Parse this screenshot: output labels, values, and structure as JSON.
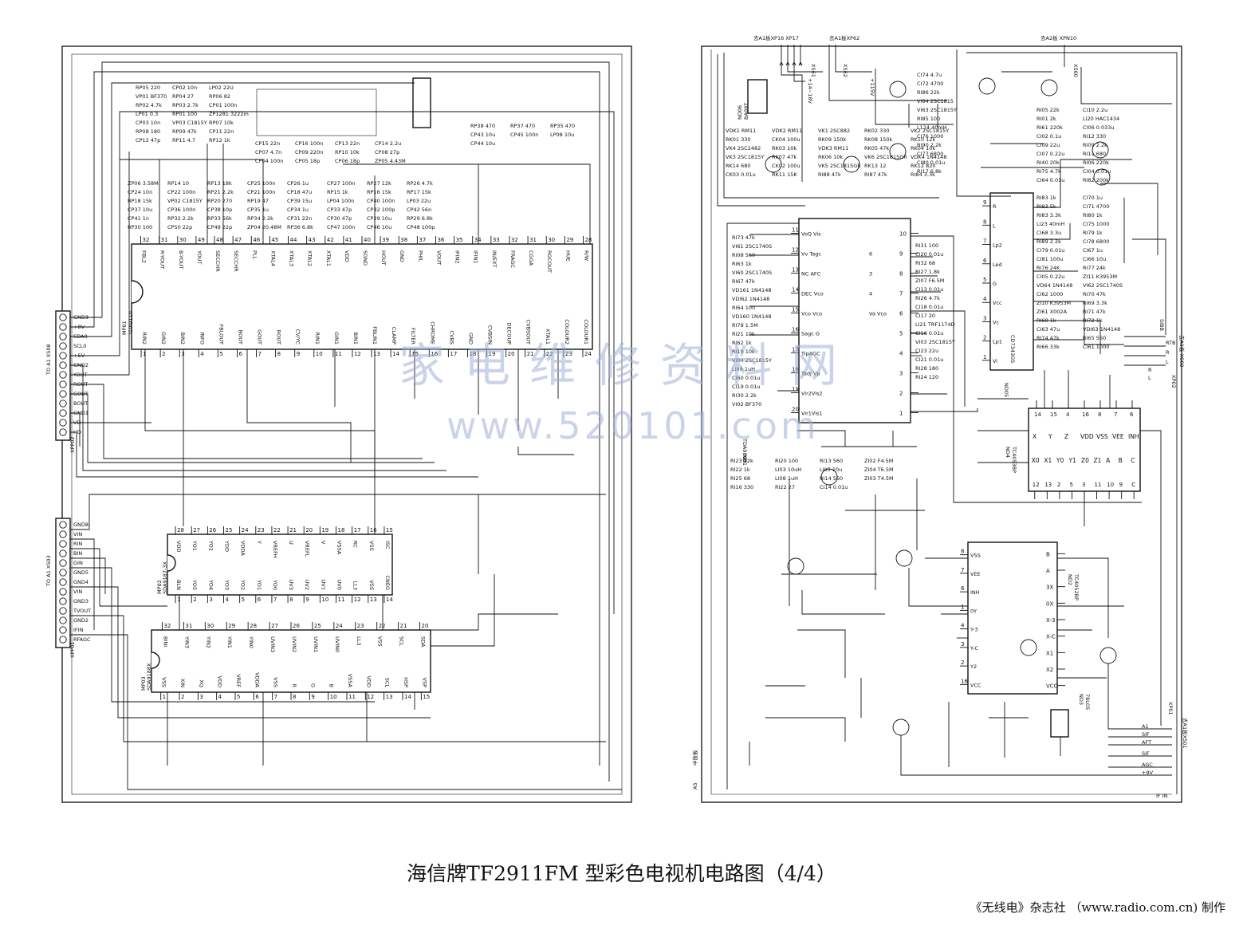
{
  "caption": "海信牌TF2911FM 型彩色电视机电路图（4/4）",
  "credit": "《无线电》杂志社 （www.radio.com.cn) 制作",
  "watermark": {
    "cn": "家电维修资料网",
    "url": "www.520101.com"
  },
  "left_panel": {
    "xs08": {
      "title": "TO A1 XS08",
      "ref": "XPP02",
      "pins": [
        "GND3",
        "+8V",
        "SDA0",
        "SCL0",
        "+5V",
        "GND2",
        "YOUT",
        "ROUT",
        "GOUT",
        "BOUT",
        "GND1",
        "VD",
        "HD"
      ]
    },
    "xs03": {
      "title": "TO A1 XS03",
      "ref": "XPP01",
      "pins": [
        "GND8",
        "VIN",
        "RIN",
        "BIN",
        "GIN",
        "GND5",
        "GND4",
        "VIN",
        "GND3",
        "TVOUT",
        "GND2",
        "IFIN",
        "RFAGC"
      ]
    },
    "mp01": {
      "ref": "MP01",
      "part": "TDA9110",
      "top_pins": [
        [
          "32",
          "FBL2"
        ],
        [
          "31",
          "R-YOUT"
        ],
        [
          "30",
          "B-YOUT"
        ],
        [
          "49",
          "YOUT"
        ],
        [
          "48",
          "SECCHR"
        ],
        [
          "47",
          "SECCHR"
        ],
        [
          "46",
          "PLL"
        ],
        [
          "45",
          "XTAL4"
        ],
        [
          "44",
          "XTAL3"
        ],
        [
          "43",
          "XTAL2"
        ],
        [
          "42",
          "XTAL1"
        ],
        [
          "41",
          "VDD"
        ],
        [
          "40",
          "SGND"
        ],
        [
          "39",
          "HOUT"
        ],
        [
          "38",
          "GND"
        ],
        [
          "37",
          "PHIL"
        ],
        [
          "36",
          "VOUT"
        ],
        [
          "35",
          "IFIN2"
        ],
        [
          "34",
          "IFIN1"
        ],
        [
          "33",
          "IN/EXT"
        ],
        [
          "32",
          "FRAGC"
        ],
        [
          "31",
          "CGGA"
        ],
        [
          "30",
          "RGCOUT"
        ],
        [
          "29",
          "HUE"
        ],
        [
          "28",
          "R/W"
        ]
      ],
      "bottom_pins": [
        [
          "1",
          "RIN2"
        ],
        [
          "2",
          "GIN2"
        ],
        [
          "3",
          "BIN2"
        ],
        [
          "4",
          "INFO"
        ],
        [
          "5",
          "FBLOUT"
        ],
        [
          "6",
          "BOUT"
        ],
        [
          "7",
          "GOUT"
        ],
        [
          "8",
          "ROUT"
        ],
        [
          "9",
          "CV/YC"
        ],
        [
          "10",
          "RIN1"
        ],
        [
          "11",
          "GIN1"
        ],
        [
          "12",
          "BIN1"
        ],
        [
          "13",
          "FBLIN1"
        ],
        [
          "14",
          "CLAMP"
        ],
        [
          "15",
          "FILTER"
        ],
        [
          "16",
          "CHROME"
        ],
        [
          "17",
          "CVBS"
        ],
        [
          "18",
          "GND"
        ],
        [
          "19",
          "CVBSIN"
        ],
        [
          "20",
          "DECOUP"
        ],
        [
          "21",
          "CVBSOUT"
        ],
        [
          "22",
          "XTAL1"
        ],
        [
          "23",
          "COLOUR2"
        ],
        [
          "24",
          "COLOUR1"
        ]
      ]
    },
    "mp02": {
      "ref": "MP02",
      "part": "SDA9187-3X",
      "top_pins": [
        [
          "28",
          "VDD"
        ],
        [
          "27",
          "YO1"
        ],
        [
          "26",
          "YO2"
        ],
        [
          "25",
          "YDD"
        ],
        [
          "24",
          "VDDA"
        ],
        [
          "23",
          "Y"
        ],
        [
          "22",
          "VREFH"
        ],
        [
          "21",
          "U"
        ],
        [
          "20",
          "VREFL"
        ],
        [
          "19",
          "V"
        ],
        [
          "18",
          "VSSA"
        ],
        [
          "17",
          "RC"
        ],
        [
          "16",
          "VSS"
        ],
        [
          "15",
          "ISC"
        ]
      ],
      "bottom_pins": [
        [
          "1",
          "BLN"
        ],
        [
          "2",
          "YO5"
        ],
        [
          "3",
          "YO4"
        ],
        [
          "4",
          "YO3"
        ],
        [
          "5",
          "YO2"
        ],
        [
          "6",
          "YO1"
        ],
        [
          "7",
          "YO0"
        ],
        [
          "8",
          "UV3"
        ],
        [
          "9",
          "UV2"
        ],
        [
          "10",
          "UV1"
        ],
        [
          "11",
          "UV0"
        ],
        [
          "12",
          "LL3"
        ],
        [
          "13",
          "VSS"
        ],
        [
          "14",
          "CNEG"
        ]
      ]
    },
    "mp03": {
      "ref": "MP03",
      "part": "SDA9188X",
      "top_pins": [
        [
          "32",
          "BINI"
        ],
        [
          "31",
          "YIN3"
        ],
        [
          "30",
          "YIN2"
        ],
        [
          "29",
          "YIN1"
        ],
        [
          "28",
          "YIN0"
        ],
        [
          "27",
          "UVIN3"
        ],
        [
          "26",
          "UVIN2"
        ],
        [
          "25",
          "UVIN1"
        ],
        [
          "24",
          "UVIN0"
        ],
        [
          "23",
          "LL3"
        ],
        [
          "22",
          "VSS"
        ],
        [
          "21",
          "SCL"
        ],
        [
          "20",
          "SDA"
        ]
      ],
      "bottom_pins": [
        [
          "1",
          "VSS"
        ],
        [
          "2",
          "XIN"
        ],
        [
          "3",
          "XQ"
        ],
        [
          "4",
          "VDD"
        ],
        [
          "5",
          "VREF"
        ],
        [
          "6",
          "VDDA"
        ],
        [
          "7",
          "VSS"
        ],
        [
          "8",
          "R"
        ],
        [
          "9",
          "G"
        ],
        [
          "10",
          "B"
        ],
        [
          "11",
          "VSSA"
        ],
        [
          "12",
          "VDD"
        ],
        [
          "13",
          "SCL"
        ],
        [
          "14",
          "HSP"
        ],
        [
          "15",
          "VSP"
        ]
      ]
    },
    "parts": [
      "RP05 220",
      "CP02 10n",
      "LP02 22U",
      "VP01 BF370",
      "RP04 27",
      "RP06 82",
      "RP02 4.7k",
      "RP03 2.7k",
      "CP01 100n",
      "LP01 0.3",
      "RP01 100",
      "ZP1281 3222m",
      "CP03 10n",
      "VP03 C1815Y",
      "RP07 10k",
      "RP08 180",
      "RP09 47k",
      "CP11 22n",
      "CP12 47p",
      "RP11 4.7",
      "RP12 1k",
      "CP15 22n",
      "CP16 100n",
      "CP13 22n",
      "CP14 2.2u",
      "CP07 4.7n",
      "CP09 220n",
      "RP10 10k",
      "CP08 27p",
      "CP04 100n",
      "CP05 18p",
      "CP06 18p",
      "ZP05 4.43M",
      "ZP06 3.58M",
      "RP14 10",
      "RP13 18k",
      "CP25 100n",
      "CP26 1u",
      "CP27 100n",
      "RP27 12k",
      "RP26 4.7k",
      "CP24 10n",
      "CP22 100n",
      "RP21 2.2k",
      "CP21 100n",
      "CP18 47u",
      "RP15 1k",
      "RP16 15k",
      "RP17 15k",
      "RP18 15k",
      "VP02 C1815Y",
      "RP20 270",
      "RP19 47",
      "CP39 15u",
      "LP04 100n",
      "CP40 100n",
      "LP03 22u",
      "CP37 10u",
      "CP36 100n",
      "CP38 10p",
      "CP35 1u",
      "CP34 1u",
      "CP33 47p",
      "CP32 100p",
      "CP42 56n",
      "CP41 1n",
      "RP32 2.2k",
      "RP33 56k",
      "RP34 2.2k",
      "CP31 22n",
      "CP30 47p",
      "CP29 10u",
      "RP29 6.8k",
      "RP30 100",
      "CP50 22p",
      "CP49 22p",
      "ZP04 20.48M",
      "RP36 6.8k",
      "CP47 100n",
      "CP46 10u",
      "CP48 100p",
      "RP38 470",
      "RP37 470",
      "RP35 470",
      "CP43 10u",
      "CP45 100n",
      "LP08 10u",
      "CP44 10u"
    ]
  },
  "right_panel": {
    "top_connectors": {
      "xp17": "去A1板XP16 XP17",
      "xp62": "去A1板XP62",
      "xp10": "去A2板 XPN10",
      "xs60": "XS60",
      "xs61": "XS61",
      "xs62": "XS62"
    },
    "nd06": {
      "ref": "ND06",
      "part": "BA09T"
    },
    "volt": [
      "+14~18V",
      "+115V"
    ],
    "nd01": {
      "ref": "ND1",
      "part": "TDA9808",
      "left_pins": [
        [
          "11",
          "VoQ Vis"
        ],
        [
          "12",
          "Vv Tagc"
        ],
        [
          "13",
          "NC AFC"
        ],
        [
          "14",
          "DEC Vco"
        ],
        [
          "15",
          "Vco Vco"
        ],
        [
          "16",
          "Sagc G"
        ],
        [
          "17",
          "TipAGC"
        ],
        [
          "18",
          "Tadj Vp"
        ],
        [
          "19",
          "Vir2Vis2"
        ],
        [
          "20",
          "Vir1Vis1"
        ]
      ],
      "right_pins": [
        [
          "10",
          ""
        ],
        [
          "9",
          "6"
        ],
        [
          "8",
          "3"
        ],
        [
          "7",
          "4"
        ],
        [
          "6",
          "Va Vco"
        ],
        [
          "5",
          ""
        ],
        [
          "4",
          ""
        ],
        [
          "3",
          ""
        ],
        [
          "2",
          ""
        ],
        [
          "1",
          ""
        ]
      ]
    },
    "nd05": {
      "ref": "ND05",
      "part": "CD7343GS",
      "pins": [
        [
          "9",
          "R"
        ],
        [
          "8",
          "L"
        ],
        [
          "7",
          "Lp2"
        ],
        [
          "6",
          "Led"
        ],
        [
          "5",
          "G"
        ],
        [
          "4",
          "Vcc"
        ],
        [
          "3",
          "Vc"
        ],
        [
          "2",
          "Lp1"
        ],
        [
          "1",
          "Vi"
        ]
      ]
    },
    "nd04": {
      "ref": "ND4",
      "part": "TC4053BP",
      "top_pins": [
        [
          "14",
          "X"
        ],
        [
          "15",
          "Y"
        ],
        [
          "4",
          "Z"
        ],
        [
          "16",
          "VDD"
        ],
        [
          "8",
          "VSS"
        ],
        [
          "7",
          "VEE"
        ],
        [
          "6",
          "INH"
        ]
      ],
      "bottom_pins": [
        [
          "12",
          "X0"
        ],
        [
          "13",
          "X1"
        ],
        [
          "2",
          "Y0"
        ],
        [
          "5",
          "Y1"
        ],
        [
          "3",
          "Z0"
        ],
        [
          "11",
          "Z1"
        ],
        [
          "10",
          "A"
        ],
        [
          "9",
          "B"
        ],
        [
          "C",
          "C"
        ]
      ]
    },
    "nd02": {
      "ref": "ND2",
      "part": "TC4052BP",
      "left_pins": [
        [
          "8",
          "VSS"
        ],
        [
          "7",
          "VEE"
        ],
        [
          "6",
          "INH"
        ],
        [
          "1",
          "0Y"
        ],
        [
          "4",
          "Y-3"
        ],
        [
          "3",
          "Y-C"
        ],
        [
          "2",
          "Y2"
        ],
        [
          "16",
          "VCC"
        ]
      ],
      "right_pins": [
        [
          "B",
          ""
        ],
        [
          "A",
          ""
        ],
        [
          "3X",
          ""
        ],
        [
          "0X",
          ""
        ],
        [
          "X-3",
          ""
        ],
        [
          "X-C",
          ""
        ],
        [
          "X1",
          ""
        ],
        [
          "X2",
          ""
        ],
        [
          "VCC",
          ""
        ]
      ]
    },
    "nd03": {
      "ref": "ND3",
      "part": "78L05"
    },
    "connectors_right": {
      "xs02": "XP02",
      "xs02_label": "去A1板 XS02",
      "xs01": "XP01",
      "xs01_label": "去A1板XS01",
      "xs02_pins": [
        "SIBB",
        "RTB",
        "R",
        "L",
        "R",
        "L"
      ],
      "xs01_pins": [
        "A1",
        "SIF",
        "AFT",
        "SIF",
        "AGC",
        "+9V"
      ]
    },
    "tags": {
      "board": "A5",
      "board_name": "中放板",
      "ifin": "IF IN"
    },
    "parts": [
      "VDK1 RM11",
      "VDK2 RM11",
      "VK1 2SC882",
      "RK02 330",
      "VK2 2SC1815Y",
      "RK01 330",
      "CK04 100u",
      "RK09 150k",
      "RK08 150k",
      "RK10 12k",
      "VK4 2SC2482",
      "RK03 10k",
      "VDK3 RM11",
      "RK05 47k",
      "RK04 10k",
      "VK3 2SC1815Y",
      "RK07 47k",
      "RK06 10k",
      "VK6 2SC1815GR",
      "VDK4 1N4148",
      "RK14 680",
      "CK02 100u",
      "VK5 2SC1815GR",
      "RK13 12",
      "RK12 820",
      "CK03 0.01u",
      "RK11 15K",
      "RI88 47k",
      "RI87 47k",
      "RI84 3.3k",
      "CI74 4.7u",
      "CI72 4700",
      "RI86 22k",
      "VI64 2SC1815",
      "VI63 2SC1815Y",
      "RI85 100",
      "L124 40mH",
      "CI76 1000",
      "RI90 2.2k",
      "CI77 6800",
      "CI80 0.01u",
      "RI17 6.8k",
      "RI05 22k",
      "CI10 2.2u",
      "RI01 2k",
      "LI20 HAC1434",
      "RI61 220k",
      "CI06 0.033u",
      "CI02 0.1u",
      "RI12 330",
      "CI09 22u",
      "RI09 2.2k",
      "CI07 0.22u",
      "RI11 680",
      "RI40 20k",
      "RI06 220k",
      "RI75 4.7k",
      "CI04 0.01u",
      "CI64 0.01u",
      "RI82 200k",
      "RI83 1k",
      "CI70 1u",
      "RI93 5k",
      "CI71 4700",
      "RI83 3.3k",
      "RI80 1k",
      "LI23 40mH",
      "CI75 1000",
      "CI68 3.3u",
      "RI79 1k",
      "RI89 2.2k",
      "CI78 6800",
      "CI79 0.01u",
      "CI67 1u",
      "CI81 100u",
      "CI66 10u",
      "RI76 24K",
      "RI77 24k",
      "CI05 0.22u",
      "ZI11 K3953M",
      "VD64 1N4148",
      "VI62 2SC1740S",
      "CI62 1000",
      "RI70 47k",
      "ZI10 K3953M",
      "RI69 3.3k",
      "ZI61 X002A",
      "RI71 47k",
      "RI68 1k",
      "RI72 1k",
      "CI63 47u",
      "VDI63 1N4148",
      "RI74 47k",
      "RI65 560",
      "RI66 33k",
      "CI61 1000",
      "RI73 47k",
      "VI61 2SC1740S",
      "RI08 560",
      "RI63 1k",
      "VI60 2SC1740S",
      "RI67 47k",
      "VD161 1N4148",
      "VDI62 1N4148",
      "RI64 100",
      "VD160 1N4148",
      "RI78 1.5M",
      "RI21 10k",
      "RI62 1k",
      "RI19 10k",
      "VI04 2SC1815Y",
      "LI09 1uH",
      "CI60 0.01u",
      "CI19 0.01u",
      "RI30 2.2k",
      "VI02 BF370",
      "RI31 100",
      "CI20 0.01u",
      "RI32 68",
      "RI27 1.8k",
      "ZI07 F6.5M",
      "CI13 0.01u",
      "RI26 4.7k",
      "CI18 0.01u",
      "CI17 20",
      "LI21 TRF1174D",
      "CI16 0.01u",
      "VI03 2SC1815Y",
      "CI23 22u",
      "CI21 0.01u",
      "RI28 180",
      "RI24 120",
      "RI23 12k",
      "RI20 100",
      "RI13 560",
      "ZI02 F4.5M",
      "RI22 1k",
      "LI03 10uH",
      "LI05 10u",
      "ZI04 T6.5M",
      "RI25 68",
      "LI08 1uH",
      "RI14 560",
      "ZI03 T4.5M",
      "RI16 330",
      "RI22 27",
      "CI14 0.01u"
    ]
  }
}
